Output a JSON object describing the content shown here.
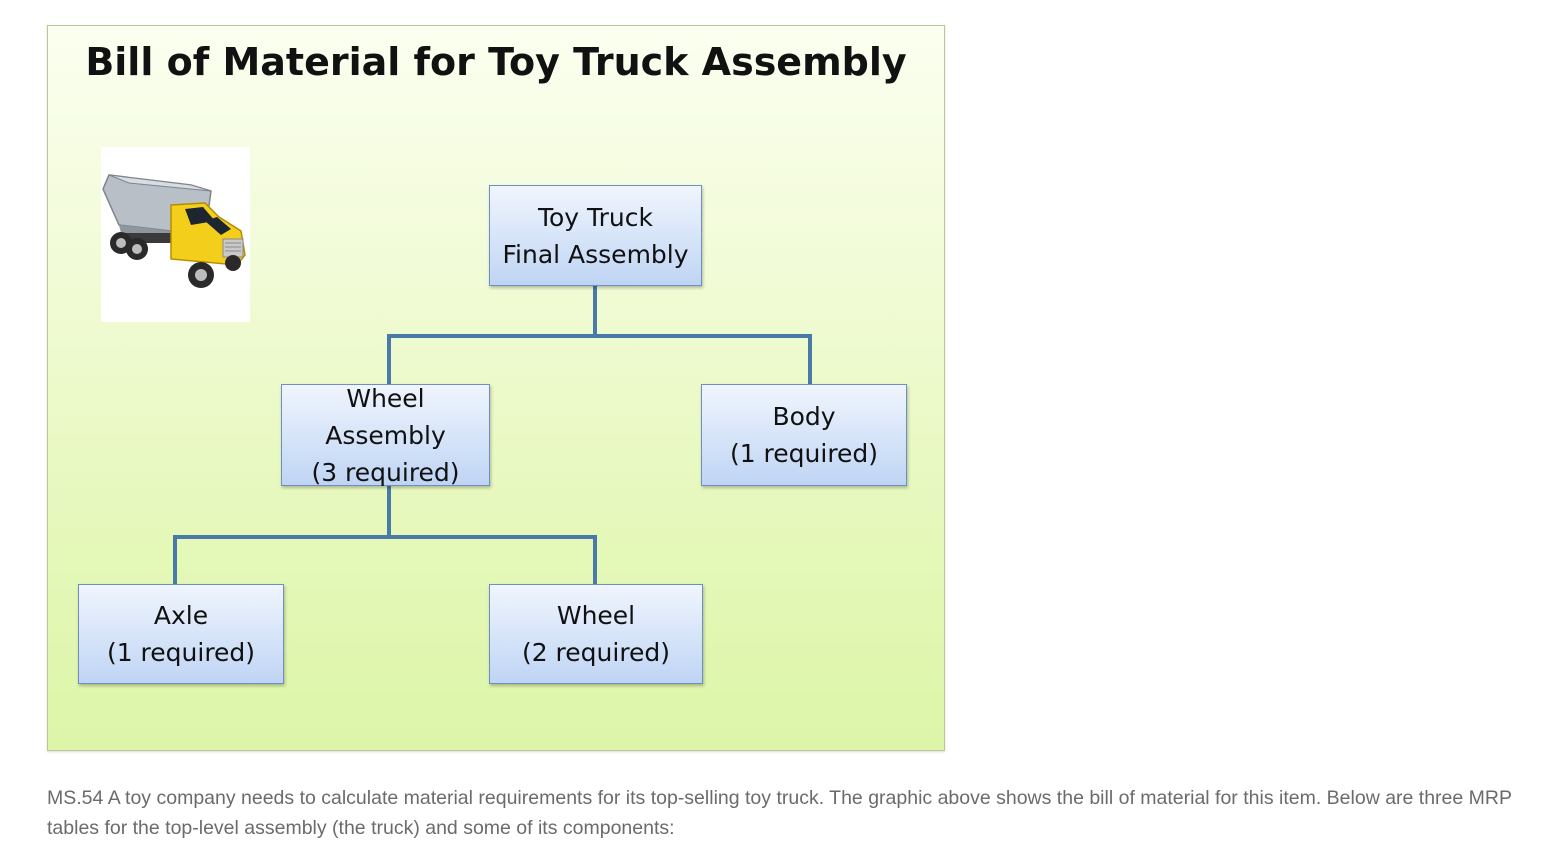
{
  "diagram": {
    "title": "Bill of Material for Toy Truck Assembly",
    "photo_icon": "dump-truck-icon",
    "nodes": {
      "root": {
        "line1": "Toy Truck",
        "line2": "Final Assembly"
      },
      "wheel_assembly": {
        "line1": "Wheel",
        "line2": "Assembly",
        "line3": "(3 required)"
      },
      "body": {
        "line1": "Body",
        "line2": "(1 required)"
      },
      "axle": {
        "line1": "Axle",
        "line2": "(1 required)"
      },
      "wheel": {
        "line1": "Wheel",
        "line2": "(2 required)"
      }
    },
    "colors": {
      "node_border": "#6e8fc3",
      "connector": "#4a7aa7",
      "background": "#e5f8ba"
    }
  },
  "caption": "MS.54 A toy company needs to calculate material requirements for its top-selling toy truck. The graphic above shows the bill of material for this item. Below are three MRP tables for the top-level assembly (the truck) and some of its components:"
}
